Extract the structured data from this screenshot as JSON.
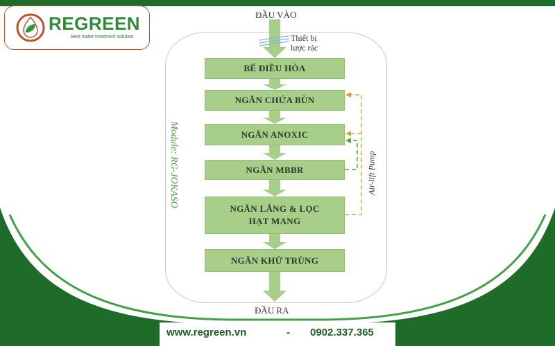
{
  "brand": {
    "name": "REGREEN",
    "tagline": "Best water treatment solution",
    "colors": {
      "primary_green": "#2e8b3a",
      "dark_green": "#1b5e20",
      "accent_orange": "#b5542e"
    }
  },
  "diagram": {
    "input_label": "ĐẦU VÀO",
    "screen_label": "Thiết bị\nlược rác",
    "module_label": "Module: RG-JOKASO",
    "stages": [
      {
        "label": "BỂ ĐIỀU HÒA"
      },
      {
        "label": "NGĂN CHỨA BÙN"
      },
      {
        "label": "NGĂN ANOXIC"
      },
      {
        "label": "NGĂN MBBR"
      },
      {
        "label": "NGĂN LẮNG & LỌC\nHẠT MANG"
      },
      {
        "label": "NGĂN KHỬ TRÙNG"
      }
    ],
    "pump_label": "Air-lift Pump",
    "output_label": "ĐẦU RA",
    "colors": {
      "stage_fill": "#a8cf8a",
      "arrow": "#a8cf8a",
      "recirc_orange": "#d9a23a",
      "recirc_green": "#3aae3a"
    }
  },
  "footer": {
    "website": "www.regreen.vn",
    "separator": "-",
    "phone": "0902.337.365"
  }
}
